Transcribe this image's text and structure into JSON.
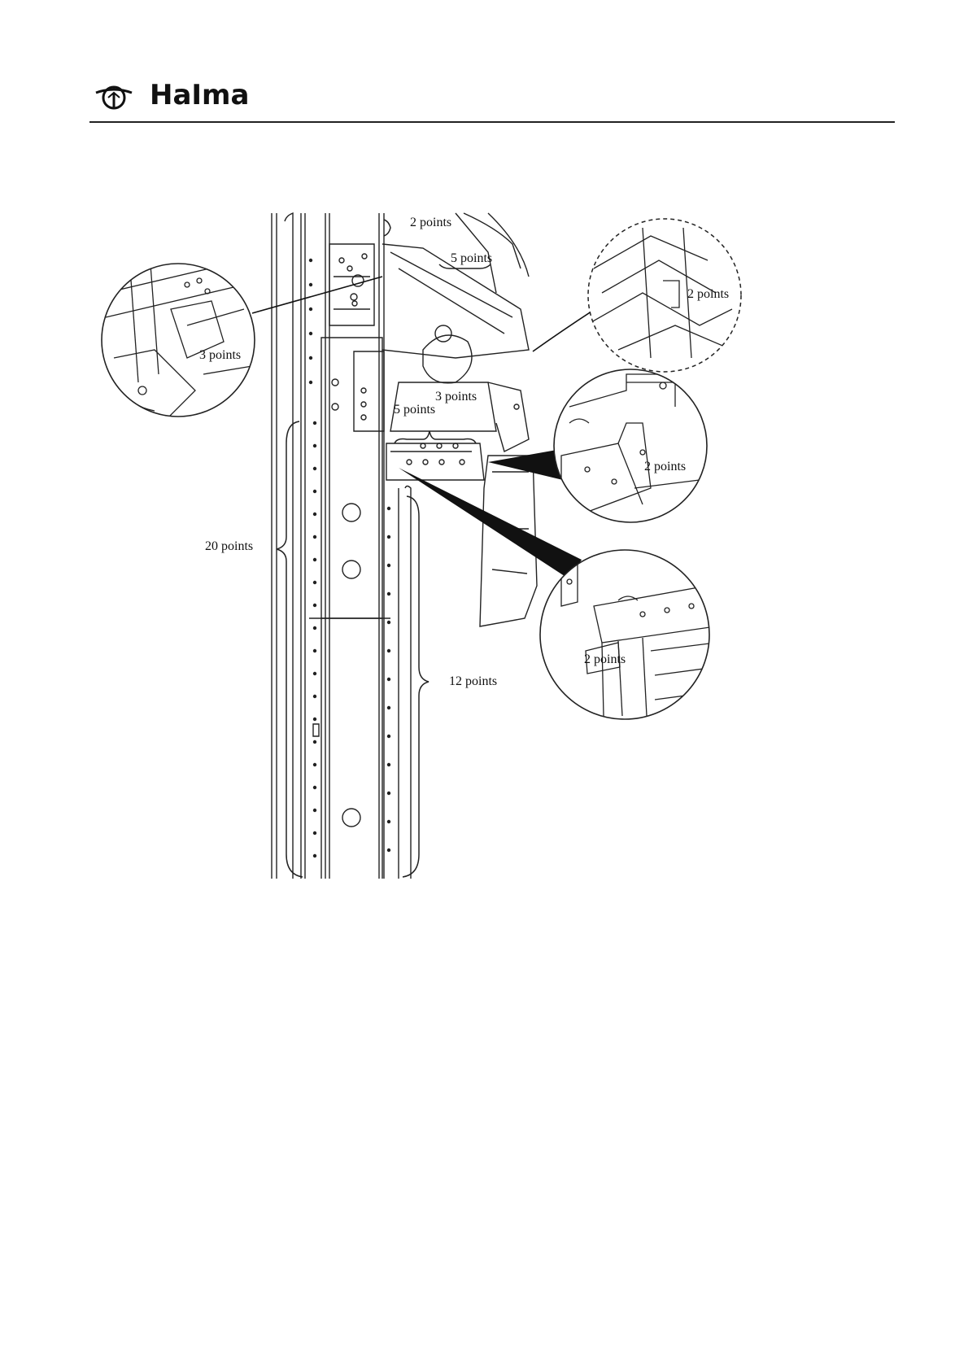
{
  "header": {
    "brand_name": "HaIma"
  },
  "figure": {
    "callouts": {
      "top_2": "2 points",
      "top_5": "5 points",
      "left_detail_3": "3 points",
      "right_detail_2": "2 points",
      "mid_3": "3 points",
      "mid_5": "5 points",
      "right_mid_detail_2": "2 points",
      "left_brace_20": "20 points",
      "right_lower_detail_2": "2 points",
      "right_brace_12": "12 points"
    }
  }
}
